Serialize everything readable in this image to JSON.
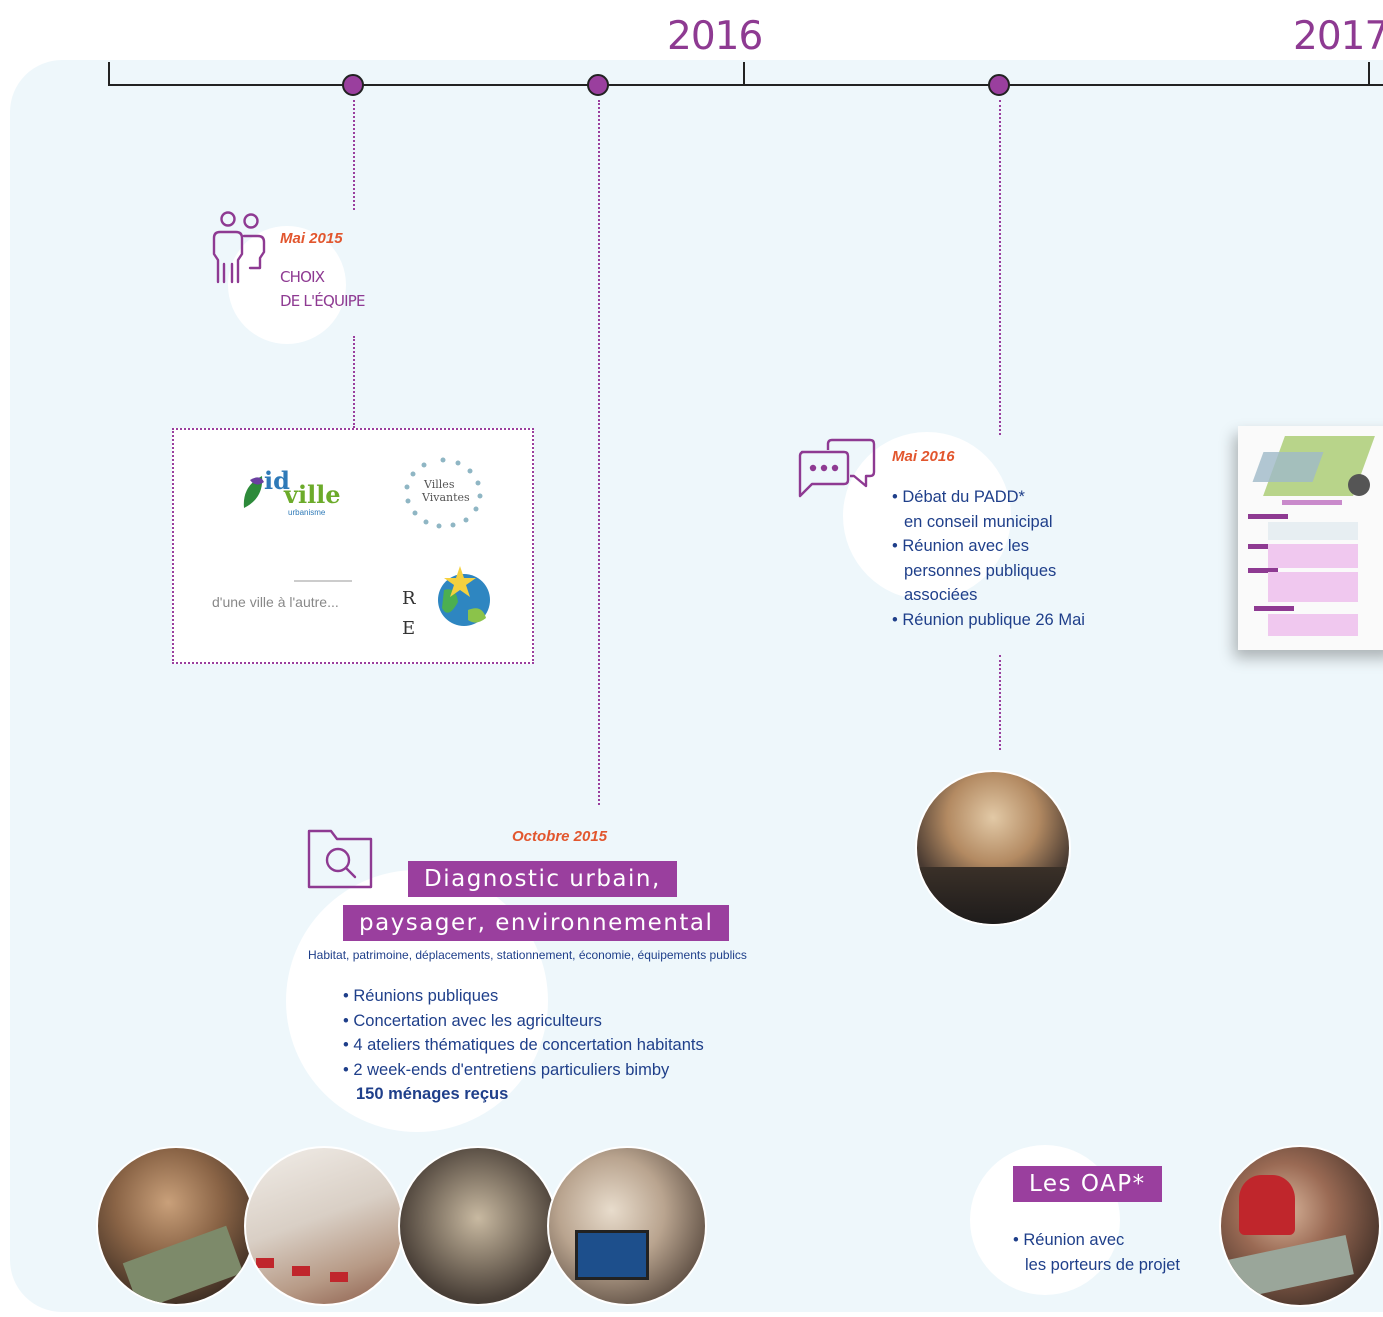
{
  "timeline": {
    "years": [
      "2016",
      "2017"
    ]
  },
  "events": {
    "choix_equipe": {
      "date": "Mai 2015",
      "title_line1": "CHOIX",
      "title_line2": "DE L'ÉQUIPE",
      "icon": "people-icon"
    },
    "logos": {
      "logo1_a": "id",
      "logo1_b": "ville",
      "logo1_c": "urbanisme",
      "logo2_a": "Villes",
      "logo2_b": "Vivantes",
      "logo3": "d'une ville à l'autre...",
      "logo4_a": "R",
      "logo4_b": "E"
    },
    "diagnostic": {
      "date": "Octobre 2015",
      "title_line1": "Diagnostic urbain,",
      "title_line2": "paysager, environnemental",
      "subtitle": "Habitat, patrimoine, déplacements, stationnement, économie, équipements publics",
      "bullets": [
        "• Réunions publiques",
        "• Concertation avec les agriculteurs",
        "• 4 ateliers thématiques de concertation habitants",
        "• 2 week-ends d'entretiens particuliers bimby"
      ],
      "highlight": "150 ménages reçus",
      "icon": "folder-search-icon"
    },
    "padd": {
      "date": "Mai 2016",
      "bullets": [
        "• Débat du PADD*",
        "en conseil municipal",
        "• Réunion avec les",
        "personnes publiques",
        "associées",
        "• Réunion publique 26 Mai"
      ],
      "icon": "chat-bubbles-icon"
    },
    "oap": {
      "title": "Les OAP*",
      "bullets": [
        "• Réunion avec",
        "les porteurs de projet"
      ]
    }
  },
  "colors": {
    "accent": "#9a3f9e",
    "date": "#e2562e",
    "text": "#1f3f8a",
    "panel": "#eef7fb"
  }
}
